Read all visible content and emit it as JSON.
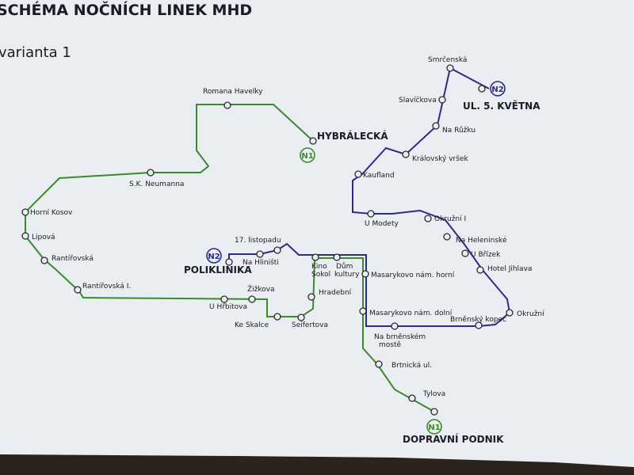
{
  "header": {
    "title": "SCHÉMA NOČNÍCH LINEK MHD",
    "variant": "varianta 1"
  },
  "colors": {
    "line_n1": "#3c8a2c",
    "line_n2": "#2a2d86",
    "paper": "#eaeef2",
    "board": "#2c241c"
  },
  "lines": [
    {
      "id": "N1",
      "badge": "N1",
      "color": "#3c8a2c"
    },
    {
      "id": "N2",
      "badge": "N2",
      "color": "#2a2d86"
    }
  ],
  "terminals": {
    "hybralecka": "HYBRÁLECKÁ",
    "ul5kvetna": "UL. 5. KVĚTNA",
    "poliklinika": "POLIKLINIKA",
    "dopravni_podnik": "DOPRAVNÍ PODNIK"
  },
  "stops": {
    "smrcenska": "Smrčenská",
    "slavickova": "Slavíčkova",
    "na_ruzku": "Na Růžku",
    "kralovsky_vrsek": "Královský vršek",
    "kaufland": "Kaufland",
    "u_modety": "U Modety",
    "okruzni_1": "Okružní I",
    "na_heleninske": "Na Heleninské",
    "u_brizek": "U Břízek",
    "hotel_jihlava": "Hotel Jihlava",
    "okruzni": "Okružní",
    "brnensky_kopec": "Brněnský kopec",
    "na_brnenskem_most_1": "Na brněnském",
    "na_brnenskem_most_2": "mostě",
    "masarykovo_dolni": "Masarykovo nám. dolní",
    "masarykovo_horni": "Masarykovo nám. horní",
    "brtnicka": "Brtnická ul.",
    "tylova": "Tylova",
    "romana_havelky": "Romana Havelky",
    "sk_neumanna": "S.K. Neumanna",
    "horni_kosov": "Horní Kosov",
    "lipova": "Lipová",
    "rantirovska": "Rantířovská",
    "rantirovska_1": "Rantířovská I.",
    "u_hrbitova": "U Hřbitova",
    "zizkova": "Žižkova",
    "ke_skalce": "Ke Skalce",
    "seifertova": "Seifertova",
    "hradebni": "Hradební",
    "kino_sokol_1": "Kino",
    "kino_sokol_2": "Sokol",
    "dum_kultury_1": "Dům",
    "dum_kultury_2": "kultury",
    "listopadu_17": "17. listopadu",
    "na_hlinisti": "Na Hliništi"
  }
}
